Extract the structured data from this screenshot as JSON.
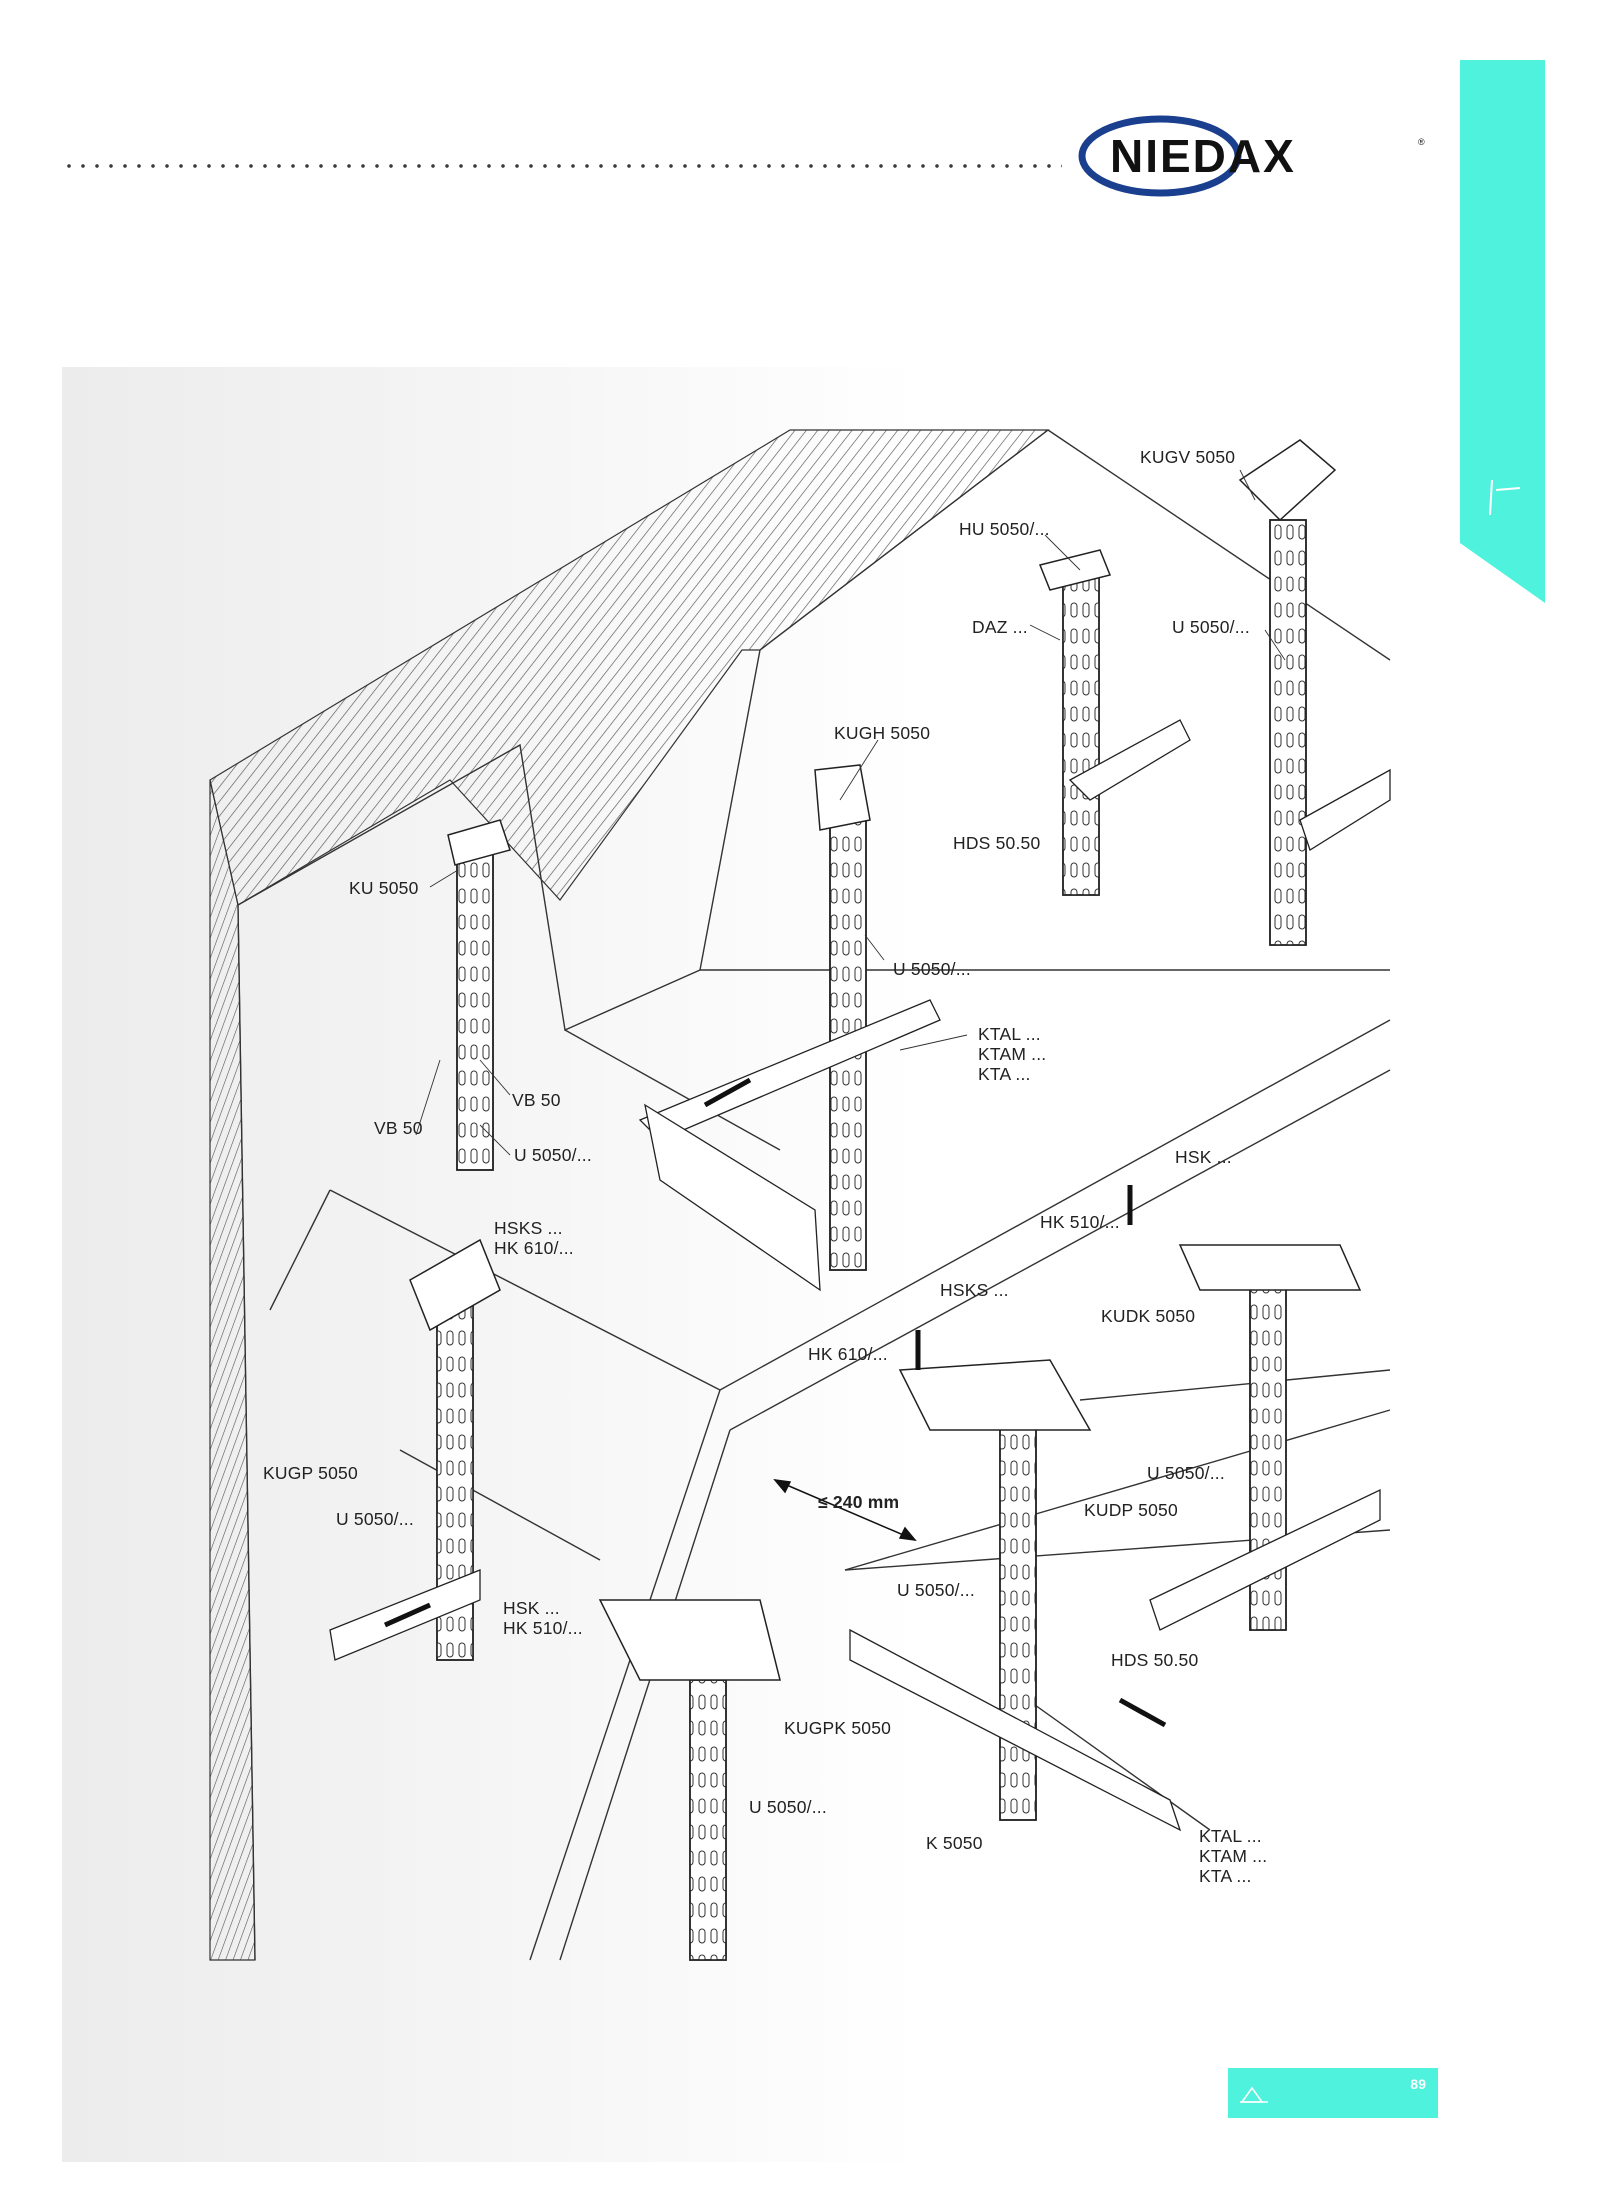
{
  "header": {
    "logo_text": "NIEDAX",
    "logo_color": "#1b3f8f",
    "accent_color": "#4ff2dc"
  },
  "side_tab": {
    "icon": "ceiling-mount-icon"
  },
  "drawing": {
    "labels": [
      {
        "id": "kugv-5050",
        "text": "KUGV 5050"
      },
      {
        "id": "hu-5050",
        "text": "HU 5050/..."
      },
      {
        "id": "daz",
        "text": "DAZ ..."
      },
      {
        "id": "u-5050-a",
        "text": "U 5050/..."
      },
      {
        "id": "kugh-5050",
        "text": "KUGH 5050"
      },
      {
        "id": "hds-5050-a",
        "text": "HDS 50.50"
      },
      {
        "id": "ku-5050",
        "text": "KU 5050"
      },
      {
        "id": "u-5050-b",
        "text": "U 5050/..."
      },
      {
        "id": "ktal-a",
        "text": "KTAL ...\nKTAM ...\nKTA ..."
      },
      {
        "id": "vb50-right",
        "text": "VB 50"
      },
      {
        "id": "vb50-left",
        "text": "VB 50"
      },
      {
        "id": "u-5050-c",
        "text": "U 5050/..."
      },
      {
        "id": "hsk-a",
        "text": "HSK ..."
      },
      {
        "id": "hsks-hk610-a",
        "text": "HSKS ...\nHK 610/..."
      },
      {
        "id": "hk-510-a",
        "text": "HK 510/..."
      },
      {
        "id": "hsks-b",
        "text": "HSKS ..."
      },
      {
        "id": "kudk-5050",
        "text": "KUDK 5050"
      },
      {
        "id": "hk-610-b",
        "text": "HK 610/..."
      },
      {
        "id": "kugp-5050",
        "text": "KUGP 5050"
      },
      {
        "id": "u-5050-d",
        "text": "U 5050/..."
      },
      {
        "id": "dimension",
        "text": "≤ 240 mm"
      },
      {
        "id": "u-5050-e",
        "text": "U 5050/..."
      },
      {
        "id": "kudp-5050",
        "text": "KUDP 5050"
      },
      {
        "id": "u-5050-f",
        "text": "U 5050/..."
      },
      {
        "id": "hsk-hk510-b",
        "text": "HSK ...\nHK 510/..."
      },
      {
        "id": "hds-5050-b",
        "text": "HDS 50.50"
      },
      {
        "id": "kugpk-5050",
        "text": "KUGPK 5050"
      },
      {
        "id": "u-5050-g",
        "text": "U 5050/..."
      },
      {
        "id": "k-5050",
        "text": "K 5050"
      },
      {
        "id": "ktal-b",
        "text": "KTAL ...\nKTAM ...\nKTA ..."
      }
    ]
  },
  "footer": {
    "page_number": "89",
    "icon": "ceiling-icon"
  }
}
